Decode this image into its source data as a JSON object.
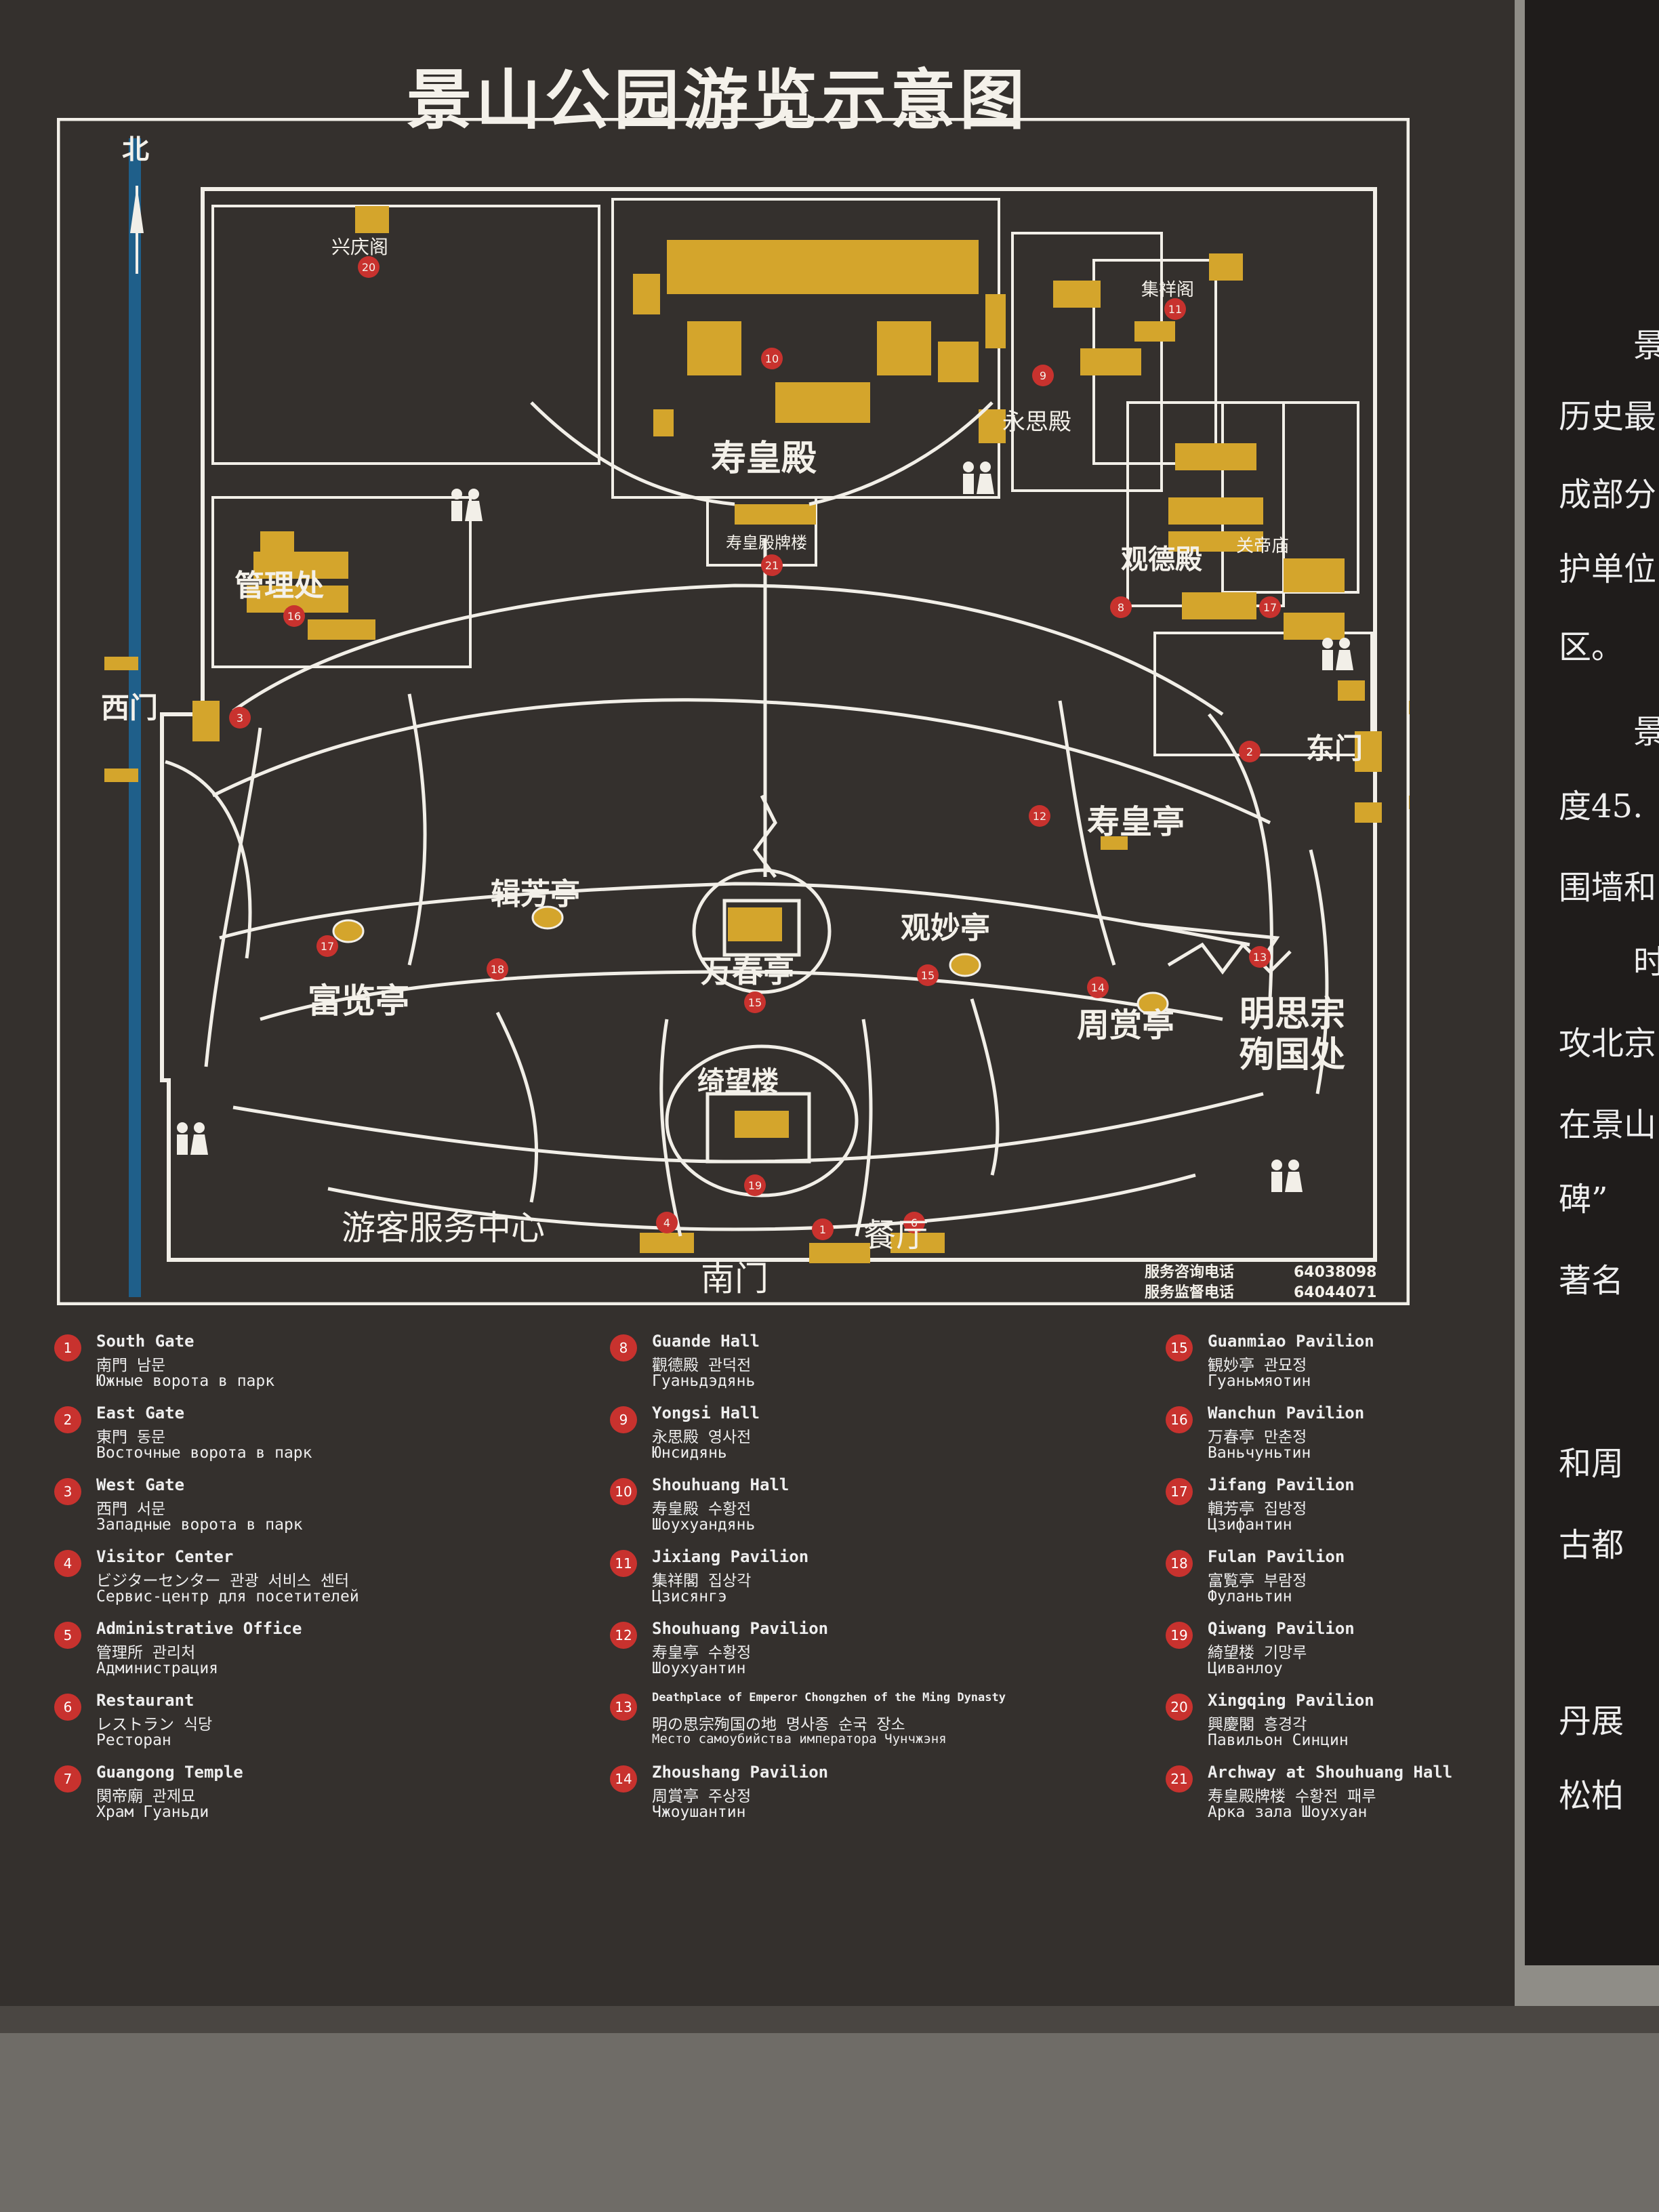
{
  "title": "景山公园游览示意图",
  "map": {
    "north_label": "北",
    "labels": {
      "xingqing": "兴庆阁",
      "shouhuang_hall": "寿皇殿",
      "yongsi": "永思殿",
      "jixiang": "集祥阁",
      "admin": "管理处",
      "archway": "寿皇殿牌楼",
      "guande": "观德殿",
      "guandi": "关帝庙",
      "west_gate": "西门",
      "east_gate": "东门",
      "shouhuang_pav": "寿皇亭",
      "jifang": "辑芳亭",
      "guanmiao": "观妙亭",
      "wanchun": "万春亭",
      "fulan": "富览亭",
      "zhoushang": "周赏亭",
      "chongzhen_1": "明思宗",
      "chongzhen_2": "殉国处",
      "qiwang": "绮望楼",
      "visitor_center": "游客服务中心",
      "restaurant": "餐厅",
      "south_gate": "南门"
    },
    "markers": {
      "m1": "1",
      "m2": "2",
      "m3": "3",
      "m4": "4",
      "m6": "6",
      "m8": "8",
      "m9": "9",
      "m10": "10",
      "m11": "11",
      "m12": "12",
      "m13": "13",
      "m14": "14",
      "m15a": "15",
      "m15b": "15",
      "m16": "16",
      "m17": "17",
      "m18": "18",
      "m19": "19",
      "m20": "20",
      "m21": "21"
    },
    "phones": {
      "info_label": "服务咨询电话",
      "info_number": "64038098",
      "complaint_label": "服务监督电话",
      "complaint_number": "64044071"
    }
  },
  "legend": [
    {
      "num": "1",
      "en": "South Gate",
      "zh": "南門  남문",
      "ru": "Южные ворота в парк"
    },
    {
      "num": "2",
      "en": "East Gate",
      "zh": "東門  동문",
      "ru": "Восточные ворота в парк"
    },
    {
      "num": "3",
      "en": "West Gate",
      "zh": "西門  서문",
      "ru": "Западные ворота в парк"
    },
    {
      "num": "4",
      "en": "Visitor Center",
      "zh": "ビジターセンター  관광 서비스 센터",
      "ru": "Сервис-центр для посетителей"
    },
    {
      "num": "5",
      "en": "Administrative Office",
      "zh": "管理所  관리처",
      "ru": "Администрация"
    },
    {
      "num": "6",
      "en": "Restaurant",
      "zh": "レストラン  식당",
      "ru": "Ресторан"
    },
    {
      "num": "7",
      "en": "Guangong Temple",
      "zh": "関帝廟  관제묘",
      "ru": "Храм Гуаньди"
    },
    {
      "num": "8",
      "en": "Guande Hall",
      "zh": "觀德殿  관덕전",
      "ru": "Гуаньдэдянь"
    },
    {
      "num": "9",
      "en": "Yongsi Hall",
      "zh": "永思殿  영사전",
      "ru": "Юнсидянь"
    },
    {
      "num": "10",
      "en": "Shouhuang Hall",
      "zh": "寿皇殿  수황전",
      "ru": "Шоухуандянь"
    },
    {
      "num": "11",
      "en": "Jixiang Pavilion",
      "zh": "集祥閣  집상각",
      "ru": "Цзисянгэ"
    },
    {
      "num": "12",
      "en": "Shouhuang Pavilion",
      "zh": "寿皇亭  수황정",
      "ru": "Шоухуантин"
    },
    {
      "num": "13",
      "en": "Deathplace of Emperor Chongzhen of the Ming Dynasty",
      "zh": "明の思宗殉国の地  명사종 순국 장소",
      "ru": "Место самоубийства императора Чунчжэня"
    },
    {
      "num": "14",
      "en": "Zhoushang Pavilion",
      "zh": "周賞亭  주상정",
      "ru": "Чжоушантин"
    },
    {
      "num": "15",
      "en": "Guanmiao Pavilion",
      "zh": "観妙亭  관묘정",
      "ru": "Гуаньмяотин"
    },
    {
      "num": "16",
      "en": "Wanchun Pavilion",
      "zh": "万春亭  만춘정",
      "ru": "Ваньчуньтин"
    },
    {
      "num": "17",
      "en": "Jifang Pavilion",
      "zh": "輯芳亭  집방정",
      "ru": "Цзифантин"
    },
    {
      "num": "18",
      "en": "Fulan Pavilion",
      "zh": "富覧亭  부람정",
      "ru": "Фуланьтин"
    },
    {
      "num": "19",
      "en": "Qiwang Pavilion",
      "zh": "綺望楼  기망루",
      "ru": "Циванлоу"
    },
    {
      "num": "20",
      "en": "Xingqing Pavilion",
      "zh": "興慶閣  흥경각",
      "ru": "Павильон Синцин"
    },
    {
      "num": "21",
      "en": "Archway at Shouhuang Hall",
      "zh": "寿皇殿牌楼  수황전 패루",
      "ru": "Арка зала Шоухуан"
    }
  ],
  "side_text": [
    "景",
    "历史最",
    "成部分",
    "护单位",
    "区。",
    "景",
    "度45.",
    "围墙和",
    "时",
    "攻北京",
    "在景山",
    "碑”",
    "著名",
    "和周",
    "古都",
    "丹展",
    "松柏"
  ]
}
